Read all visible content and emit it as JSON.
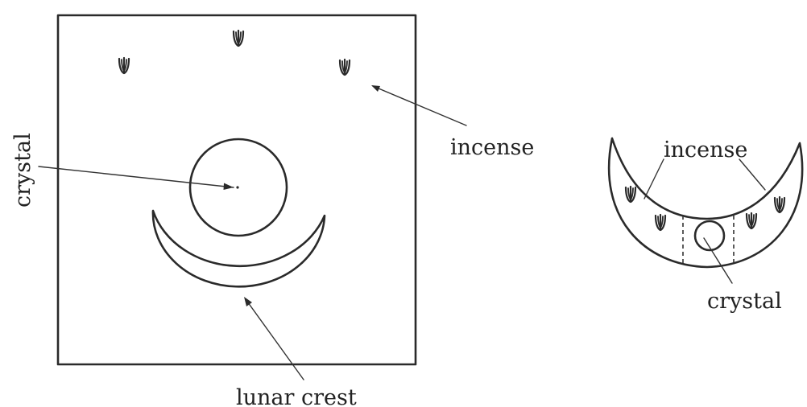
{
  "left_figure": {
    "label_crystal": "crystal",
    "label_incense": "incense",
    "label_lunar_crest": "lunar crest"
  },
  "right_figure": {
    "label_incense": "incense",
    "label_crystal": "crystal"
  },
  "colors": {
    "ink": "#2a2a2a",
    "background": "#ffffff"
  },
  "icons": [
    "incense-icon"
  ]
}
